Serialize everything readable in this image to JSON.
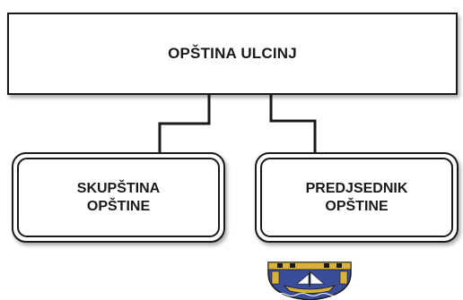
{
  "diagram": {
    "root": {
      "label": "OPŠTINA ULCINJ"
    },
    "children": [
      {
        "line1": "SKUPŠTINA",
        "line2": "OPŠTINE"
      },
      {
        "line1": "PREDJSEDNIK",
        "line2": "OPŠTINE"
      }
    ]
  },
  "emblem": {
    "icon": "municipal-coat-of-arms-icon"
  },
  "colors": {
    "stroke": "#1a1a1a",
    "background": "#ffffff",
    "emblem_blue": "#3a4d9a",
    "emblem_gold": "#d9b23a"
  }
}
